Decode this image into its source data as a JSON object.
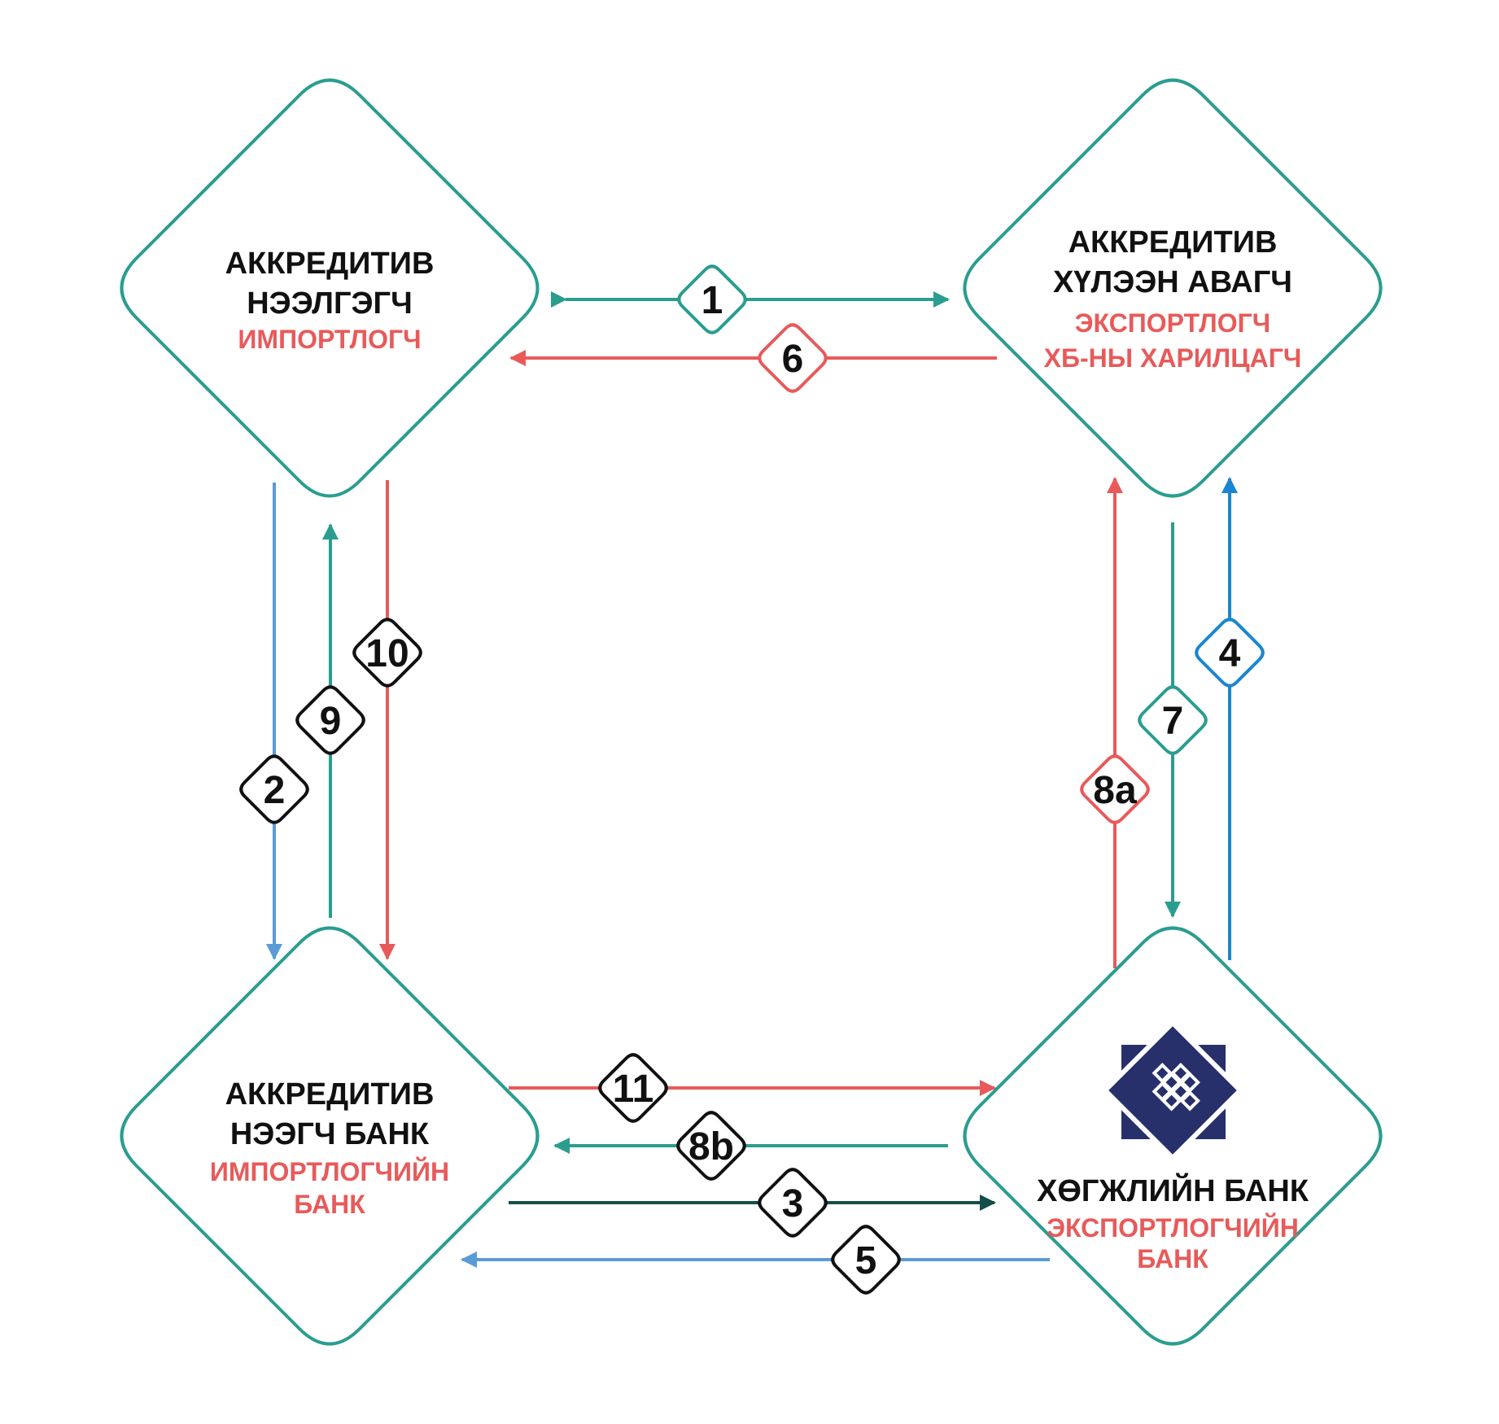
{
  "colors": {
    "teal": "#2a9d8f",
    "red": "#e85a5a",
    "blue": "#5b9bd5",
    "bright_blue": "#1a86d0",
    "dark_green": "#134e4a",
    "text_dark": "#111111",
    "text_red": "#e85a5a",
    "logo_navy": "#27306b"
  },
  "nodes": {
    "applicant": {
      "title": [
        "АККРЕДИТИВ",
        "НЭЭЛГЭГЧ"
      ],
      "subtitle": [
        "ИМПОРТЛОГЧ"
      ]
    },
    "beneficiary": {
      "title": [
        "АККРЕДИТИВ",
        "ХҮЛЭЭН АВАГЧ"
      ],
      "subtitle": [
        "ЭКСПОРТЛОГЧ",
        "ХБ-НЫ ХАРИЛЦАГЧ"
      ]
    },
    "issuing_bank": {
      "title": [
        "АККРЕДИТИВ",
        "НЭЭГЧ БАНК"
      ],
      "subtitle": [
        "ИМПОРТЛОГЧИЙН",
        "БАНК"
      ]
    },
    "advising_bank": {
      "title": [
        "ХӨГЖЛИЙН БАНК"
      ],
      "subtitle": [
        "ЭКСПОРТЛОГЧИЙН",
        "БАНК"
      ],
      "logo": "endless-knot-logo-icon"
    }
  },
  "steps": [
    {
      "label": "1",
      "from": "applicant",
      "to": "beneficiary",
      "color": "#2a9d8f",
      "bidirectional": true
    },
    {
      "label": "2",
      "from": "applicant",
      "to": "issuing_bank",
      "color": "#5b9bd5"
    },
    {
      "label": "3",
      "from": "issuing_bank",
      "to": "advising_bank",
      "color": "#134e4a"
    },
    {
      "label": "4",
      "from": "advising_bank",
      "to": "beneficiary",
      "color": "#1a86d0"
    },
    {
      "label": "5",
      "from": "advising_bank",
      "to": "issuing_bank",
      "color": "#5b9bd5"
    },
    {
      "label": "6",
      "from": "beneficiary",
      "to": "applicant",
      "color": "#e85a5a"
    },
    {
      "label": "7",
      "from": "beneficiary",
      "to": "advising_bank",
      "color": "#2a9d8f"
    },
    {
      "label": "8a",
      "from": "advising_bank",
      "to": "beneficiary",
      "color": "#e85a5a"
    },
    {
      "label": "8b",
      "from": "advising_bank",
      "to": "issuing_bank",
      "color": "#2a9d8f"
    },
    {
      "label": "9",
      "from": "issuing_bank",
      "to": "applicant",
      "color": "#2a9d8f"
    },
    {
      "label": "10",
      "from": "applicant",
      "to": "issuing_bank",
      "color": "#e85a5a"
    },
    {
      "label": "11",
      "from": "issuing_bank",
      "to": "advising_bank",
      "color": "#e85a5a"
    }
  ]
}
